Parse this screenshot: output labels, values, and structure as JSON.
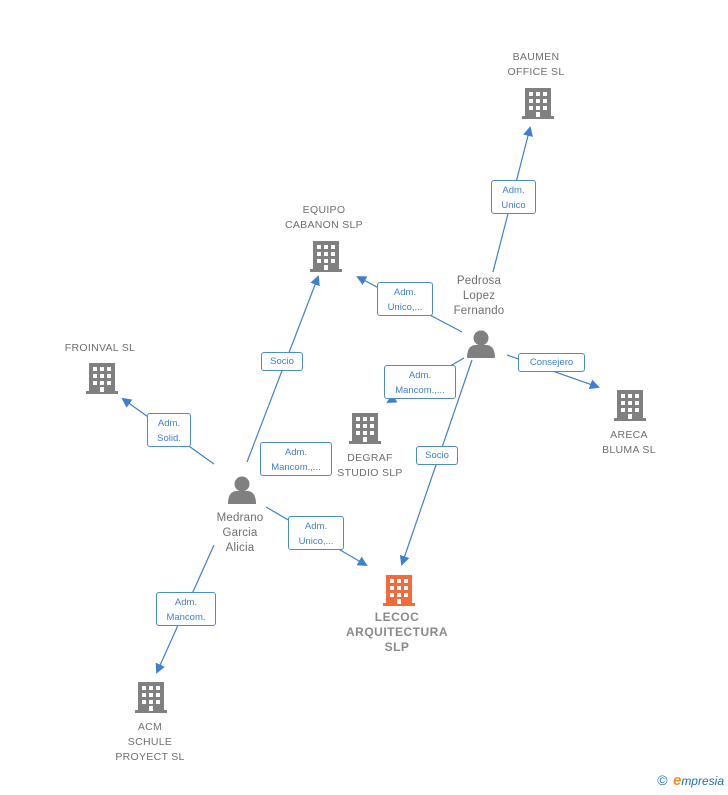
{
  "nodes": {
    "baumen": {
      "label": "BAUMEN\nOFFICE  SL",
      "type": "company"
    },
    "equipo": {
      "label": "EQUIPO\nCABANON  SLP",
      "type": "company"
    },
    "froinval": {
      "label": "FROINVAL SL",
      "type": "company"
    },
    "degraf": {
      "label": "DEGRAF\nSTUDIO  SLP",
      "type": "company"
    },
    "areca": {
      "label": "ARECA\nBLUMA  SL",
      "type": "company"
    },
    "lecoc": {
      "label": "LECOC\nARQUITECTURA\nSLP",
      "type": "focus"
    },
    "acm": {
      "label": "ACM\nSCHULE\nPROYECT SL",
      "type": "company"
    },
    "pedrosa": {
      "label": "Pedrosa\nLopez\nFernando",
      "type": "person"
    },
    "medrano": {
      "label": "Medrano\nGarcia\nAlicia",
      "type": "person"
    }
  },
  "relations": {
    "r1": "Adm.\nUnico",
    "r2": "Adm.\nUnico,...",
    "r3": "Consejero",
    "r4": "Adm.\nMancom.,...",
    "r5": "Socio",
    "r6": "Socio",
    "r7": "Adm.\nSolid.",
    "r8": "Adm.\nMancom.,...",
    "r9": "Adm.\nUnico,...",
    "r10": "Adm.\nMancom."
  },
  "footer": {
    "copyright": "©",
    "brand_initial": "e",
    "brand_rest": "mpresia"
  },
  "colors": {
    "edge": "#3f7fcf",
    "company_icon": "#808080",
    "focus_icon": "#f26a3d",
    "person_icon": "#808080"
  }
}
